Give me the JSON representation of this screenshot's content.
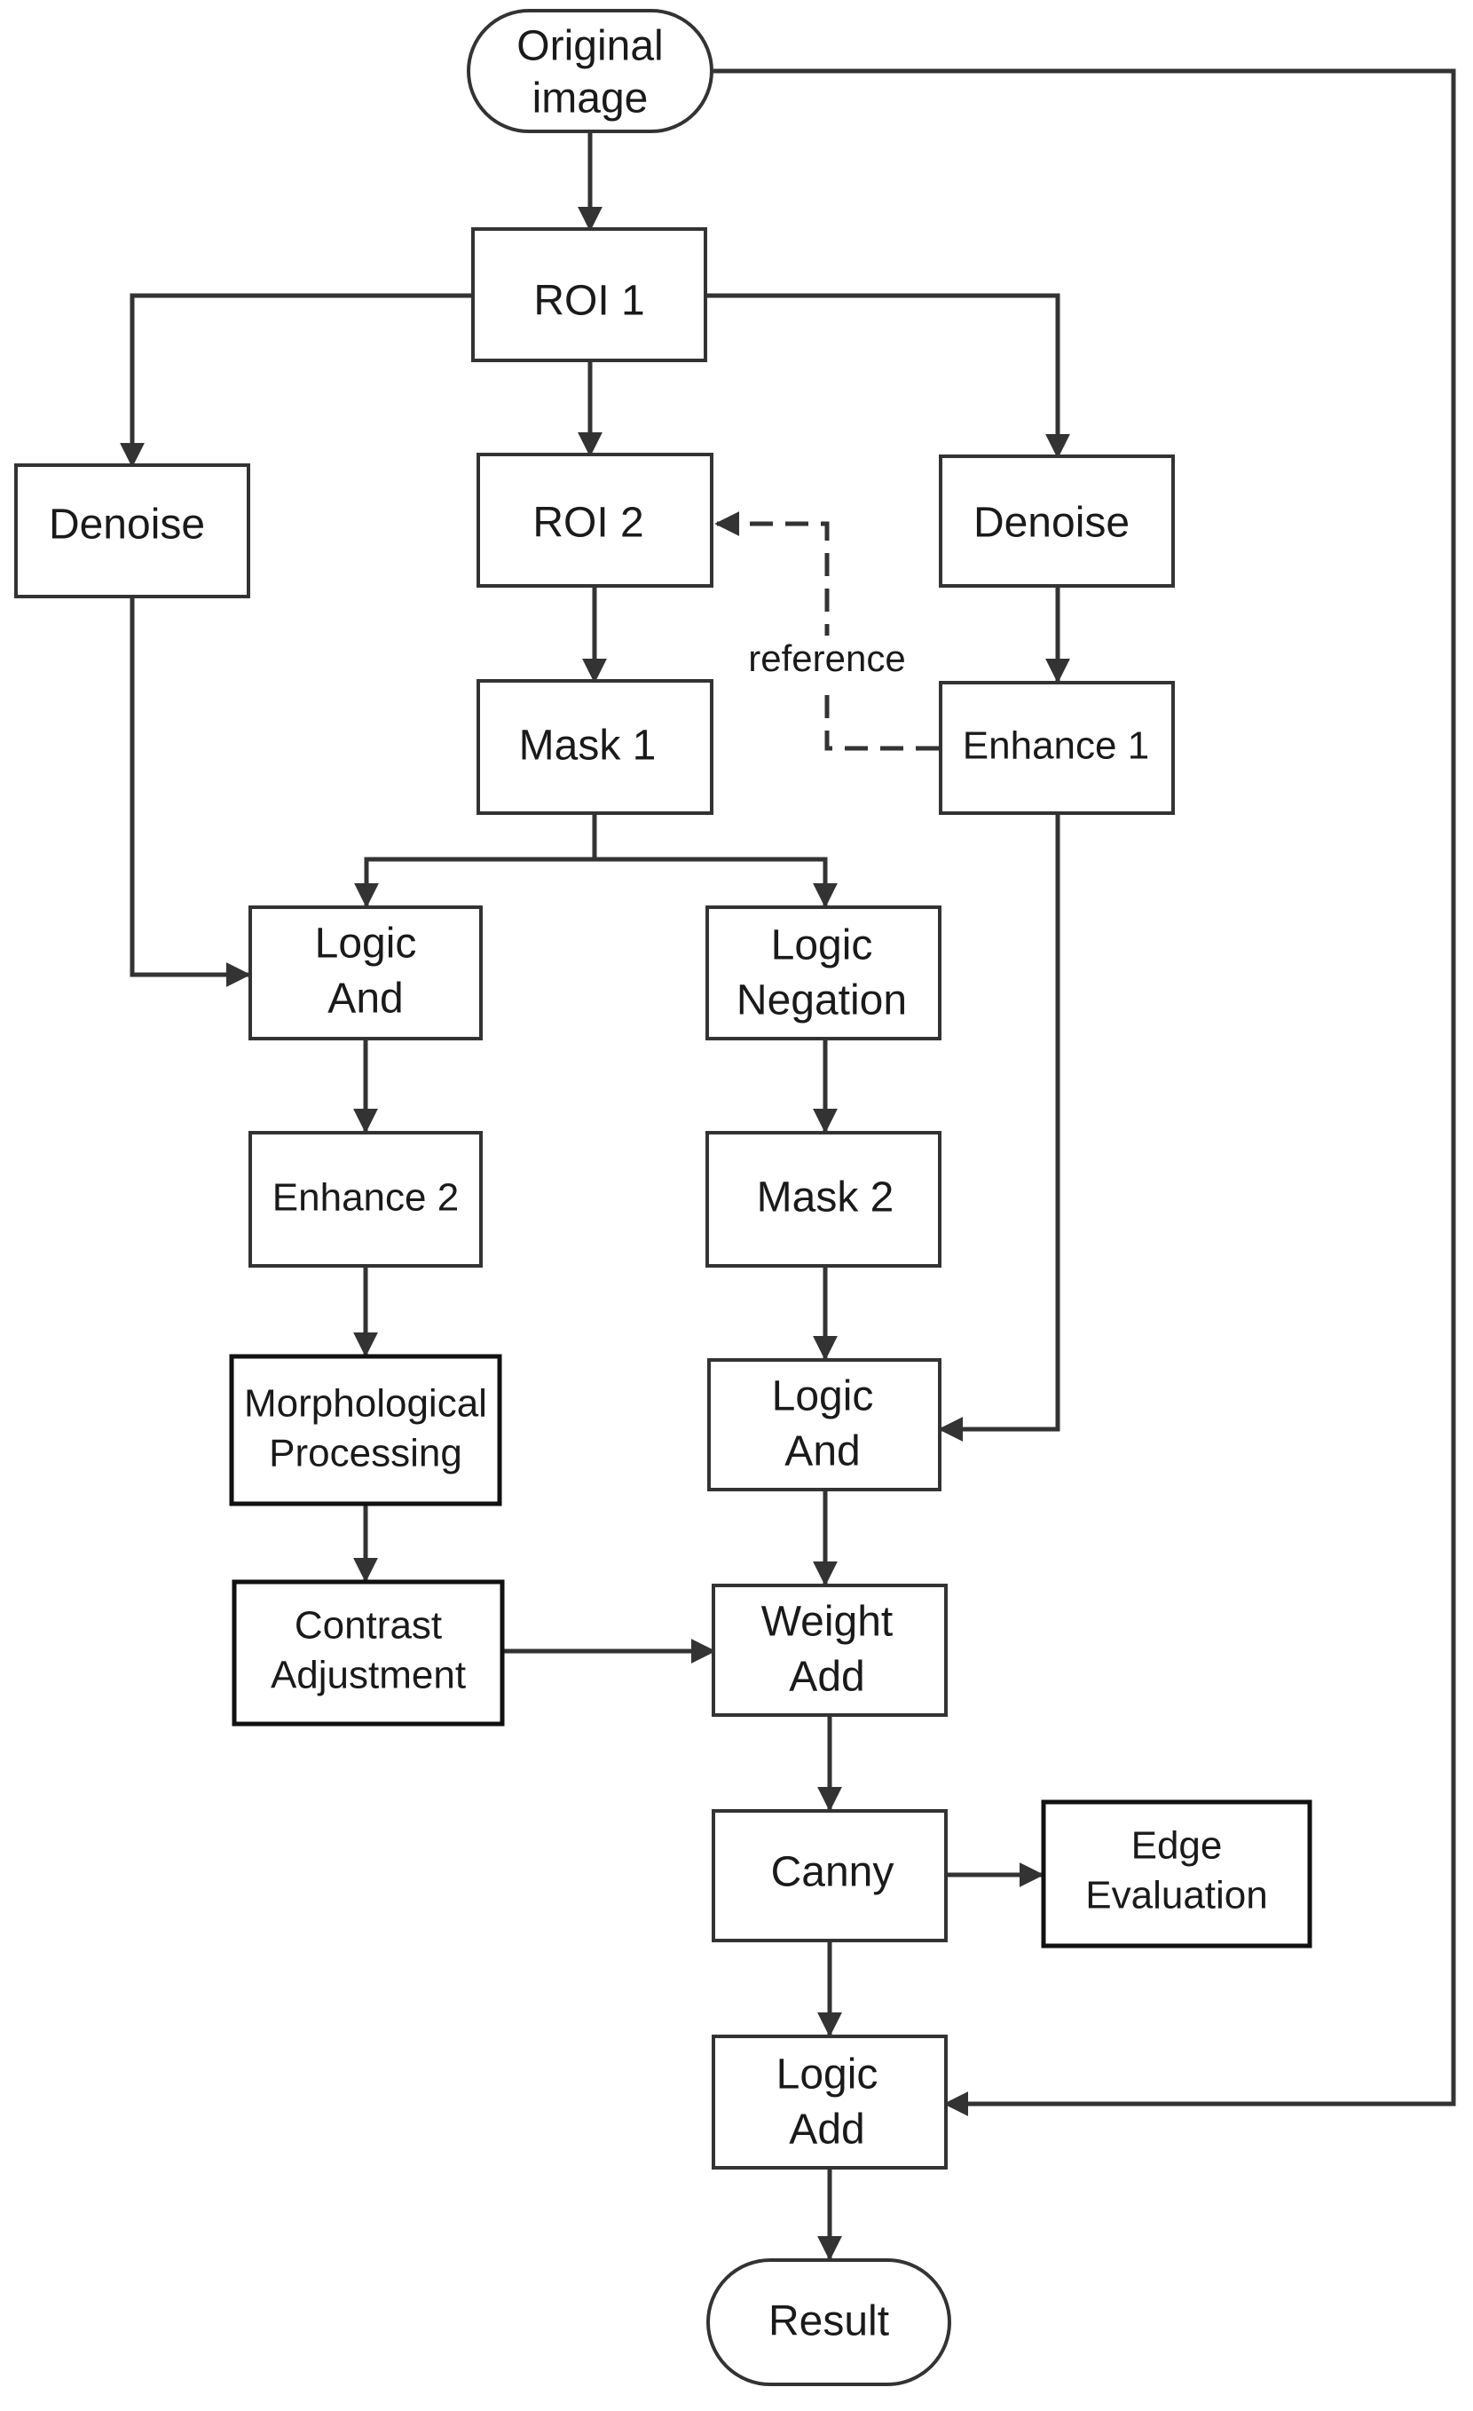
{
  "nodes": {
    "original_image": {
      "lines": [
        "Original",
        "image"
      ]
    },
    "roi1": {
      "lines": [
        "ROI 1"
      ]
    },
    "denoise_left": {
      "lines": [
        "Denoise"
      ]
    },
    "roi2": {
      "lines": [
        "ROI 2"
      ]
    },
    "denoise_right": {
      "lines": [
        "Denoise"
      ]
    },
    "mask1": {
      "lines": [
        "Mask 1"
      ]
    },
    "enhance1": {
      "lines": [
        "Enhance 1"
      ]
    },
    "logic_and_left": {
      "lines": [
        "Logic",
        "And"
      ]
    },
    "logic_negation": {
      "lines": [
        "Logic",
        "Negation"
      ]
    },
    "enhance2": {
      "lines": [
        "Enhance 2"
      ]
    },
    "mask2": {
      "lines": [
        "Mask 2"
      ]
    },
    "morphological": {
      "lines": [
        "Morphological",
        "Processing"
      ]
    },
    "logic_and_right": {
      "lines": [
        "Logic",
        "And"
      ]
    },
    "contrast": {
      "lines": [
        "Contrast",
        "Adjustment"
      ]
    },
    "weight_add": {
      "lines": [
        "Weight",
        "Add"
      ]
    },
    "canny": {
      "lines": [
        "Canny"
      ]
    },
    "edge_eval": {
      "lines": [
        "Edge",
        "Evaluation"
      ]
    },
    "logic_add": {
      "lines": [
        "Logic",
        "Add"
      ]
    },
    "result": {
      "lines": [
        "Result"
      ]
    }
  },
  "edges": {
    "reference_label": "reference"
  }
}
